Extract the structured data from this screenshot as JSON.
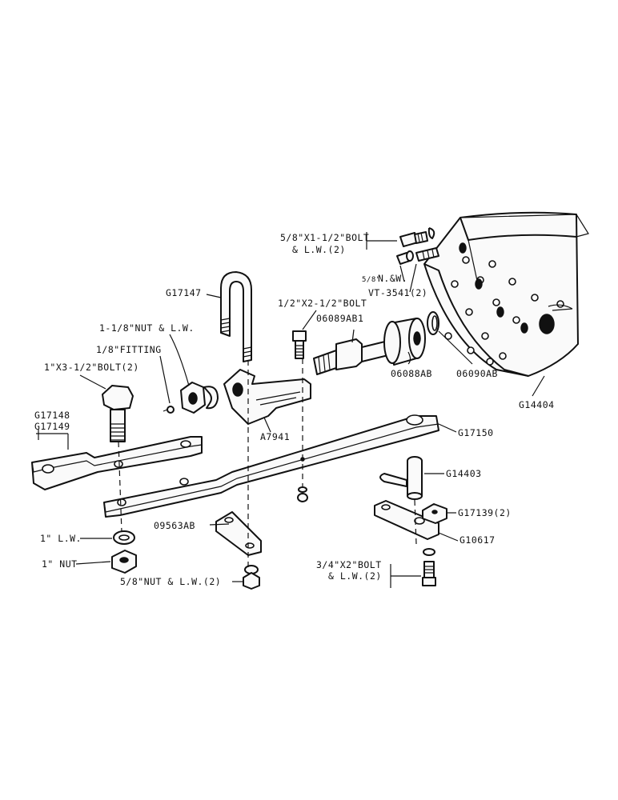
{
  "labels": {
    "bolt_5_8": "5/8\"X1-1/2\"BOLT",
    "bolt_5_8_lw": "& L.W.(2)",
    "nw_frac": "5/8\"",
    "nw": "N.&W.",
    "vt": "VT-3541(2)",
    "g17147": "G17147",
    "bolt_half": "1/2\"X2-1/2\"BOLT",
    "p06089": "06089AB1",
    "nut_1_1_8": "1-1/8\"NUT & L.W.",
    "fitting": "1/8\"FITTING",
    "bolt_1": "1\"X3-1/2\"BOLT(2)",
    "g17148": "G17148",
    "g17149": "G17149",
    "p06088": "06088AB",
    "p06090": "06090AB",
    "g14404": "G14404",
    "a7941": "A7941",
    "g17150": "G17150",
    "g14403": "G14403",
    "p09563": "09563AB",
    "g17139": "G17139(2)",
    "lw_1": "1\" L.W.",
    "g10617": "G10617",
    "nut_1": "1\" NUT",
    "bolt_3_4": "3/4\"X2\"BOLT",
    "bolt_3_4_lw": "& L.W.(2)",
    "nut_5_8": "5/8\"NUT & L.W.(2)"
  }
}
